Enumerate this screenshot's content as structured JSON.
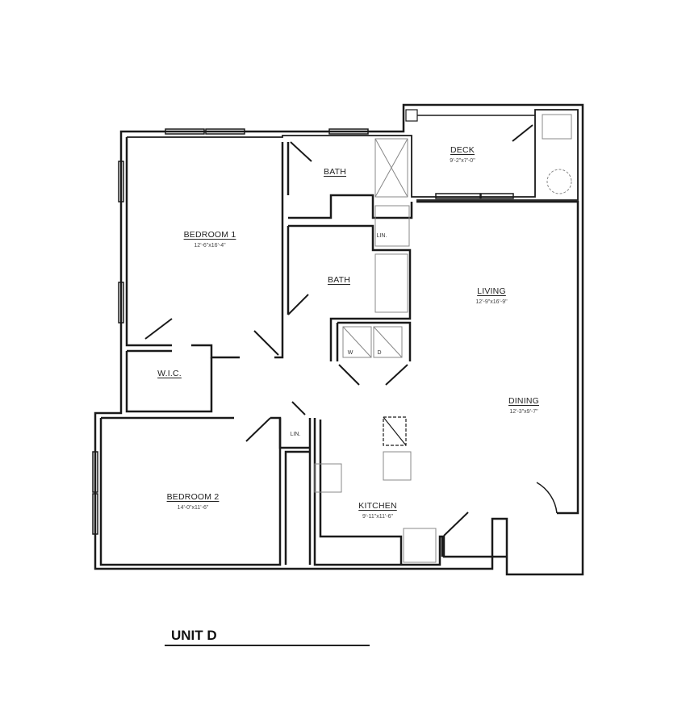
{
  "plan": {
    "title": "UNIT D",
    "colors": {
      "wall": "#1a1a1a",
      "fixture": "#888888",
      "background": "#ffffff"
    },
    "rooms": [
      {
        "id": "bedroom1",
        "name": "BEDROOM 1",
        "dimensions": "12'-6\"x16'-4\""
      },
      {
        "id": "bath1",
        "name": "BATH",
        "dimensions": ""
      },
      {
        "id": "bath2",
        "name": "BATH",
        "dimensions": ""
      },
      {
        "id": "deck",
        "name": "DECK",
        "dimensions": "9'-2\"x7'-0\""
      },
      {
        "id": "living",
        "name": "LIVING",
        "dimensions": "12'-9\"x16'-9\""
      },
      {
        "id": "dining",
        "name": "DINING",
        "dimensions": "12'-3\"x9'-7\""
      },
      {
        "id": "wic",
        "name": "W.I.C.",
        "dimensions": ""
      },
      {
        "id": "bedroom2",
        "name": "BEDROOM 2",
        "dimensions": "14'-0\"x11'-6\""
      },
      {
        "id": "kitchen",
        "name": "KITCHEN",
        "dimensions": "9'-11\"x11'-6\""
      }
    ],
    "fixtures": {
      "linen1": "LIN.",
      "linen2": "LIN.",
      "washer": "W",
      "dryer": "D"
    }
  }
}
